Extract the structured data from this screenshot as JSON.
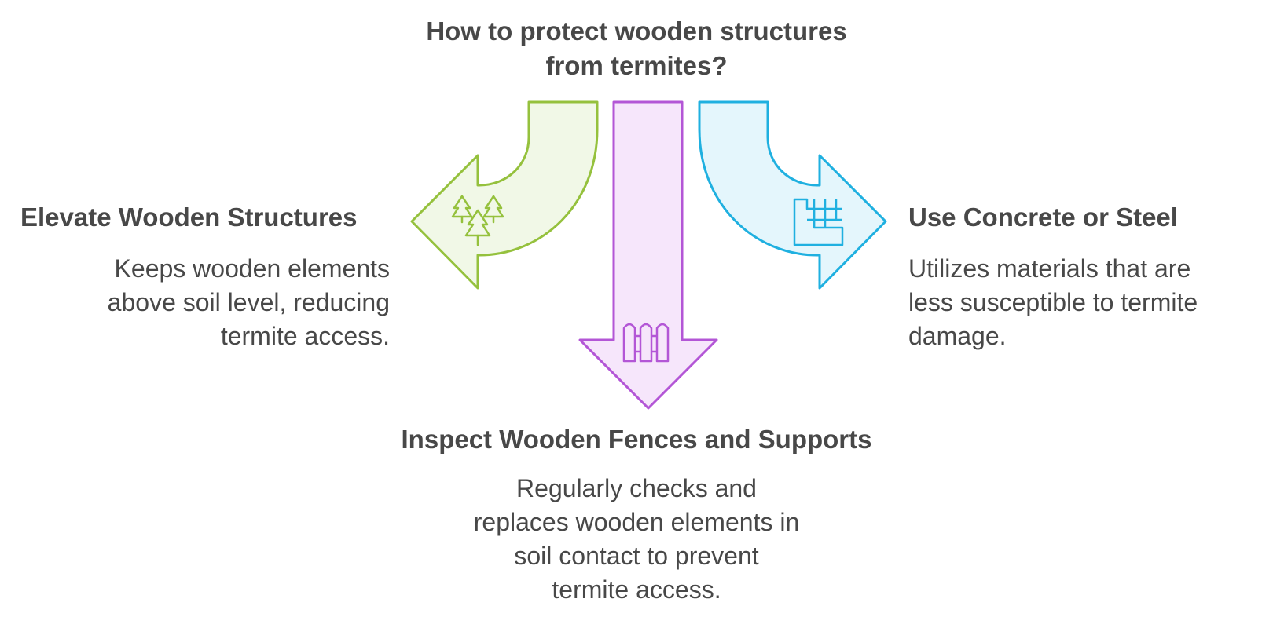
{
  "title": {
    "line1": "How to protect wooden structures",
    "line2": "from termites?"
  },
  "options": {
    "left": {
      "heading": "Elevate Wooden Structures",
      "desc_lines": [
        "Keeps wooden elements",
        "above soil level, reducing",
        "termite access."
      ],
      "icon": "trees-icon",
      "color": "#95c13d",
      "fill": "#f1f8e7"
    },
    "center": {
      "heading": "Inspect Wooden Fences and Supports",
      "desc_lines": [
        "Regularly checks and",
        "replaces wooden elements in",
        "soil contact to prevent",
        "termite access."
      ],
      "icon": "fence-icon",
      "color": "#b356d6",
      "fill": "#f6e6fb"
    },
    "right": {
      "heading": "Use Concrete or Steel",
      "desc_lines": [
        "Utilizes materials that are",
        "less susceptible to termite",
        "damage."
      ],
      "icon": "grid-plan-icon",
      "color": "#1fb0e0",
      "fill": "#e4f6fc"
    }
  }
}
